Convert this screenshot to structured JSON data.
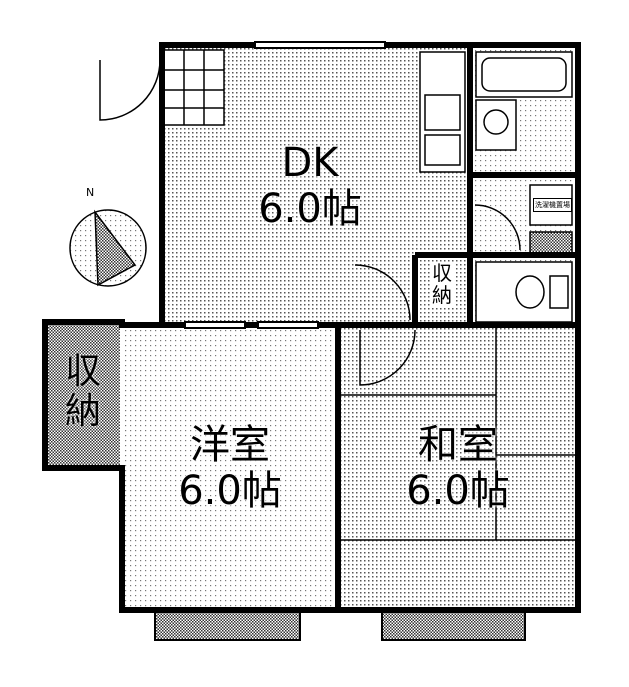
{
  "rooms": {
    "dk": {
      "name": "DK",
      "size": "6.0帖"
    },
    "western": {
      "name": "洋室",
      "size": "6.0帖"
    },
    "japanese": {
      "name": "和室",
      "size": "6.0帖"
    }
  },
  "storage": {
    "left": "収納",
    "center": "収納"
  },
  "compass": {
    "north": "N"
  },
  "washer_label": "洗濯機置場"
}
